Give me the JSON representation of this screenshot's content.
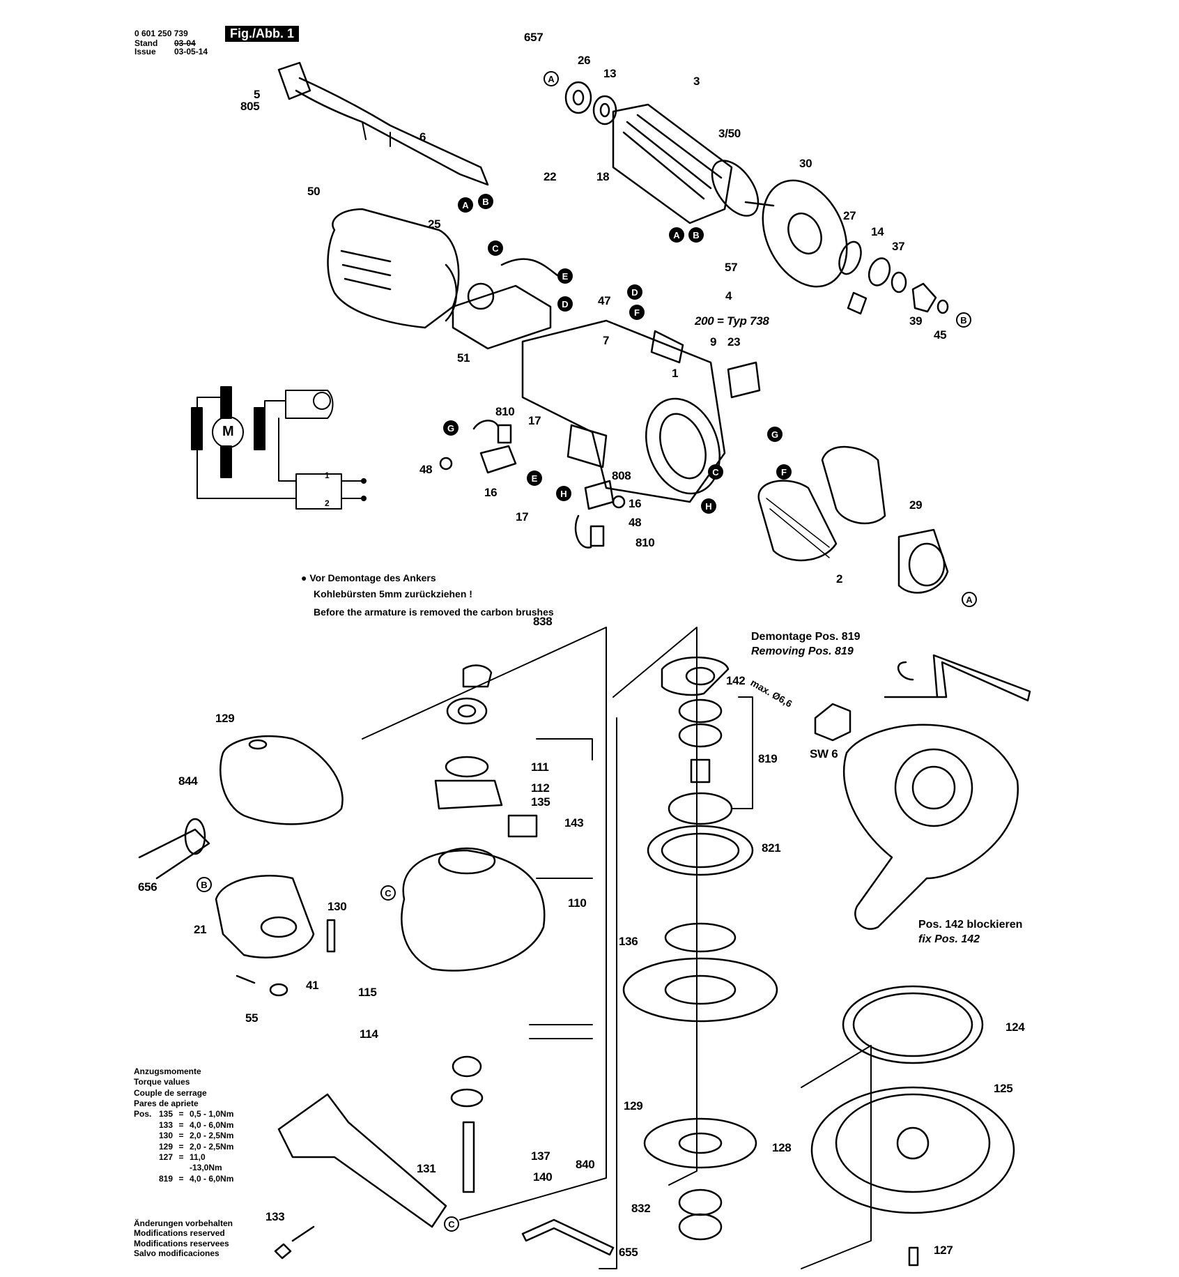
{
  "header": {
    "part_number": "0 601 250 739",
    "stand_label": "Stand",
    "issue_label": "Issue",
    "stand_date": "03-04",
    "issue_date": "03-05-14",
    "figure_label": "Fig./Abb. 1"
  },
  "notes": {
    "armature_de_1": "Vor Demontage des Ankers",
    "armature_de_2": "Kohlebürsten 5mm zurückziehen !",
    "armature_en": "Before the armature is removed the carbon brushes",
    "removal_de": "Demontage Pos. 819",
    "removal_en": "Removing Pos. 819",
    "max_dim": "max. Ø6,6",
    "wrench_size": "SW 6",
    "fix_de": "Pos. 142 blockieren",
    "fix_en": "fix Pos. 142",
    "type_note": "200 = Typ 738"
  },
  "torque": {
    "titles": [
      "Anzugsmomente",
      "Torque values",
      "Couple de serrage",
      "Pares de apriete"
    ],
    "prefix": "Pos.",
    "rows": [
      {
        "pos": "135",
        "eq": "=",
        "val": "0,5 - 1,0Nm"
      },
      {
        "pos": "133",
        "eq": "=",
        "val": "4,0 - 6,0Nm"
      },
      {
        "pos": "130",
        "eq": "=",
        "val": "2,0 - 2,5Nm"
      },
      {
        "pos": "129",
        "eq": "=",
        "val": "2,0 - 2,5Nm"
      },
      {
        "pos": "127",
        "eq": "=",
        "val": "11,0 -13,0Nm"
      },
      {
        "pos": "819",
        "eq": "=",
        "val": "4,0 - 6,0Nm"
      }
    ]
  },
  "modifications": [
    "Änderungen vorbehalten",
    "Modifications reserved",
    "Modifications reservees",
    "Salvo modificaciones"
  ],
  "wiring": {
    "motor_label": "M",
    "switch_1": "1",
    "switch_2": "2"
  },
  "connectors": {
    "A": "A",
    "B": "B",
    "C": "C",
    "D": "D",
    "E": "E",
    "F": "F",
    "G": "G",
    "H": "H"
  },
  "parts": {
    "p657": "657",
    "p26": "26",
    "p13": "13",
    "p3": "3",
    "p3_50": "3/50",
    "p5": "5",
    "p805": "805",
    "p6": "6",
    "p22": "22",
    "p18": "18",
    "p30": "30",
    "p50": "50",
    "p25": "25",
    "p27": "27",
    "p14": "14",
    "p37": "37",
    "p57": "57",
    "p4": "4",
    "p39": "39",
    "p45": "45",
    "p47": "47",
    "p7": "7",
    "p9": "9",
    "p23": "23",
    "p51": "51",
    "p1": "1",
    "p810a": "810",
    "p17a": "17",
    "p48a": "48",
    "p16a": "16",
    "p808": "808",
    "p16b": "16",
    "p17b": "17",
    "p48b": "48",
    "p810b": "810",
    "p29": "29",
    "p2": "2",
    "p838": "838",
    "p142": "142",
    "p129a": "129",
    "p844": "844",
    "p111": "111",
    "p112": "112",
    "p135": "135",
    "p819": "819",
    "p143": "143",
    "p656": "656",
    "p821": "821",
    "p110": "110",
    "p130": "130",
    "p21": "21",
    "p136": "136",
    "p41": "41",
    "p55": "55",
    "p115": "115",
    "p114": "114",
    "p124": "124",
    "p125": "125",
    "p129b": "129",
    "p128": "128",
    "p131": "131",
    "p133": "133",
    "p137": "137",
    "p840": "840",
    "p140": "140",
    "p832": "832",
    "p655": "655",
    "p127": "127"
  }
}
